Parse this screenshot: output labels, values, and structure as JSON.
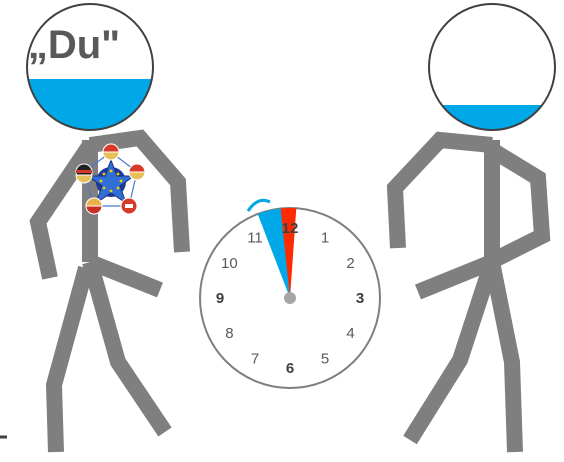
{
  "left_figure": {
    "head_label": "„Du\"",
    "water_level": 0.38,
    "water_color": "#00a8e8",
    "badge_icon": "eu-stars-network-icon"
  },
  "right_figure": {
    "water_level": 0.18,
    "water_color": "#00a8e8"
  },
  "clock": {
    "hours": [
      "1",
      "2",
      "3",
      "4",
      "5",
      "6",
      "7",
      "8",
      "9",
      "10",
      "11",
      "12"
    ],
    "major_hours": [
      "3",
      "6",
      "9",
      "12"
    ],
    "blue_sector_color": "#00a8e8",
    "red_sector_color": "#ff2a00",
    "blue_arc_icon": "clockwise-arrow-icon"
  },
  "colors": {
    "figure": "#7f7f7f",
    "outline": "#404040",
    "clock_center": "#a6a6a6"
  }
}
